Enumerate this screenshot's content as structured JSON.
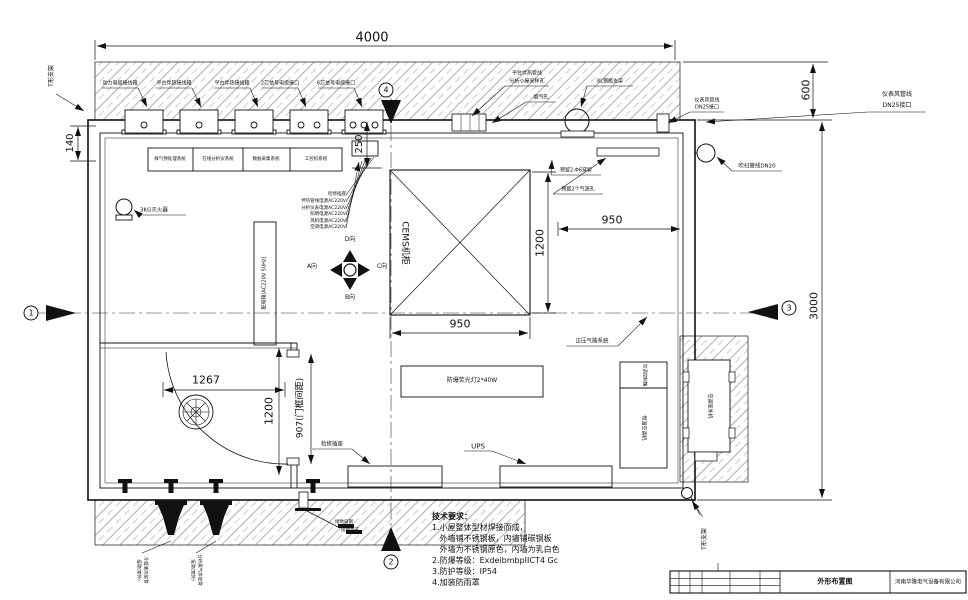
{
  "title_block": {
    "drawing_title": "外形布置图",
    "company": "河南华隆电气设备有限公司"
  },
  "tech_requirements": {
    "lines": [
      "技术要求：",
      "1.小屋整体型材焊接而成，",
      "   外墙铺不锈钢板，内墙铺碳钢板",
      "   外墙为不锈钢原色，内墙为乳白色",
      "2.防爆等级：ExdeibmbpIICT4 Gc",
      "3.防护等级：IP54",
      "4.加装防雨罩"
    ]
  },
  "dimensions": {
    "overall_width": "4000",
    "platform_depth": "600",
    "overall_depth": "3000",
    "left_offset": "140",
    "bench_depth": "250",
    "cabinet_width": "950",
    "cabinet_height": "1200",
    "cabinet_to_wall": "950",
    "vestibule_width": "1267",
    "vestibule_height": "1200",
    "door_frame_spacing": "907(门框间距)"
  },
  "junction_box_labels": [
    "动力电缆接线箱",
    "平台伴热接线箱",
    "平台伴热接线箱",
    "2芯信号电缆接口",
    "6芯信号电缆接口"
  ],
  "bench_items": [
    "样气预处理系统",
    "在线分析仪系统",
    "数据采集系统",
    "工控机系统"
  ],
  "power_feeds": [
    "检修插座",
    "伴热管线电源AC220V",
    "分析仪表电源AC220V",
    "照明电源AC220V",
    "风机电源AC220V",
    "空调电源AC220V"
  ],
  "callouts": {
    "platform_line": "平台伴热管线",
    "platform_line2": "分析小屋采样孔",
    "gas_hole": "烟气孔",
    "cylinder_bracket": "8L钢瓶支架",
    "instr_air_1": "仪表风管线",
    "instr_air_2": "DN25接口",
    "purge_line": "吹扫管线DN20",
    "reserved_sleeve": "预留2-Φ6穿管",
    "reserved_gas": "预留2个气源孔",
    "positive_pressure": "正压气路系统",
    "extinguisher": "3KG灭火器",
    "dist_box": "配电箱(AC220V 50Hz)",
    "lamp": "防爆荧光灯2*40W",
    "ups": "UPS",
    "socket": "检修插座",
    "cems_cabinet": "CEMS机柜",
    "ac_control": "空调控制箱",
    "ac_indoor": "恒温空调机",
    "ac_outdoor": "空调室外机",
    "t_bracket_top": "T形支架",
    "t_bracket_bottom": "T形支架",
    "drain1_l1": "冷凝液排放管",
    "drain1_l2": "接管(室外)",
    "drain2_l1": "分析尾气排放管",
    "drain2_l2": "接管(室外)",
    "ground_flat": "接地扁钢",
    "ground_terminal": "接地端子"
  },
  "compass": {
    "up": "D向",
    "down": "B向",
    "left": "A向",
    "right": "C向"
  },
  "section_markers": {
    "left": "1",
    "bottom": "2",
    "right": "3",
    "top": "4"
  }
}
